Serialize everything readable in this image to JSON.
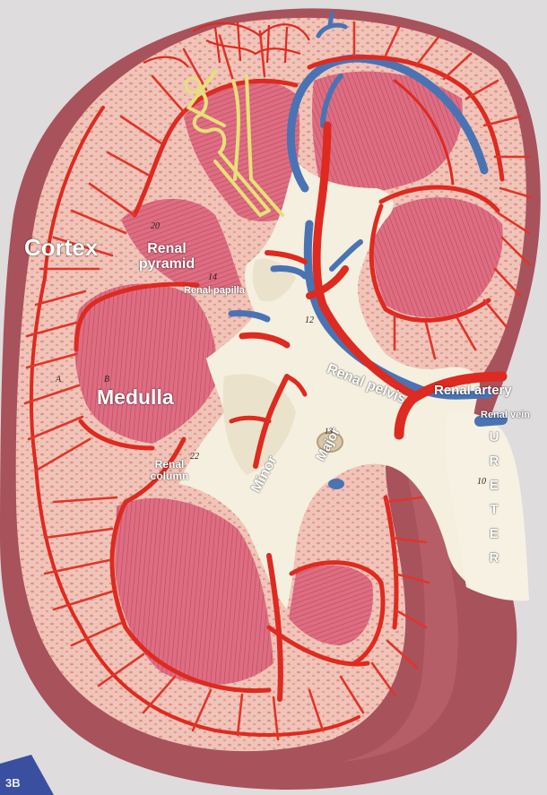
{
  "labels": {
    "cortex": "Cortex",
    "renal_pyramid_line1": "Renal",
    "renal_pyramid_line2": "pyramid",
    "renal_papilla": "Renal papilla",
    "medulla": "Medulla",
    "renal_column_line1": "Renal",
    "renal_column_line2": "column",
    "minor": "Minor",
    "major": "Major",
    "renal_pelvis": "Renal pelvis",
    "renal_artery": "Renal artery",
    "renal_vein": "Renal vein",
    "ureter_letters": [
      "U",
      "R",
      "E",
      "T",
      "E",
      "R"
    ]
  },
  "model_numbers": {
    "n20": "20",
    "n14": "14",
    "n12": "12",
    "n22": "22",
    "nA": "A",
    "nB": "B",
    "n13": "13",
    "n10": "10"
  },
  "logo_text": "3B",
  "colors": {
    "background": "#dedcdd",
    "capsule": "#a8525c",
    "cortex": "#f0c4b8",
    "pyramid": "#de6d82",
    "artery": "#de2a20",
    "vein": "#4a73b4",
    "pelvis": "#f4efdf",
    "nephron": "#e6e07a",
    "label": "#ffffff"
  }
}
